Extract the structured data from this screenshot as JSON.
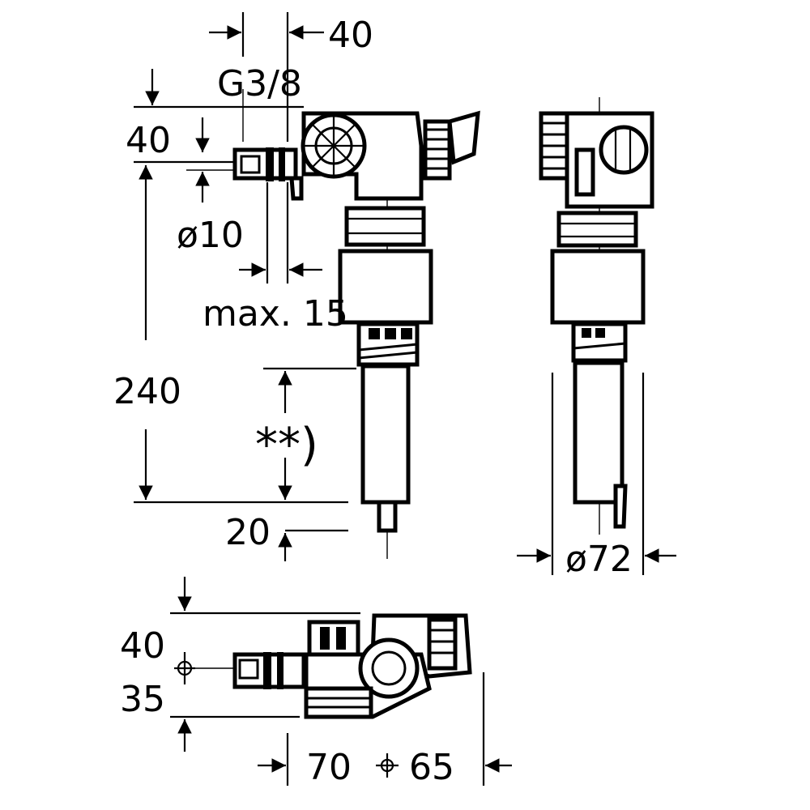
{
  "dimensions": {
    "top_40": "40",
    "thread": "G3/8",
    "left_40": "40",
    "dia_10": "ø10",
    "max_15": "max. 15",
    "height_240": "240",
    "asterisks": "**)",
    "dim_20": "20",
    "dia_72": "ø72",
    "plan_40": "40",
    "plan_35": "35",
    "plan_70": "70",
    "plan_65": "65"
  },
  "colors": {
    "line": "#000000",
    "background": "#ffffff"
  }
}
